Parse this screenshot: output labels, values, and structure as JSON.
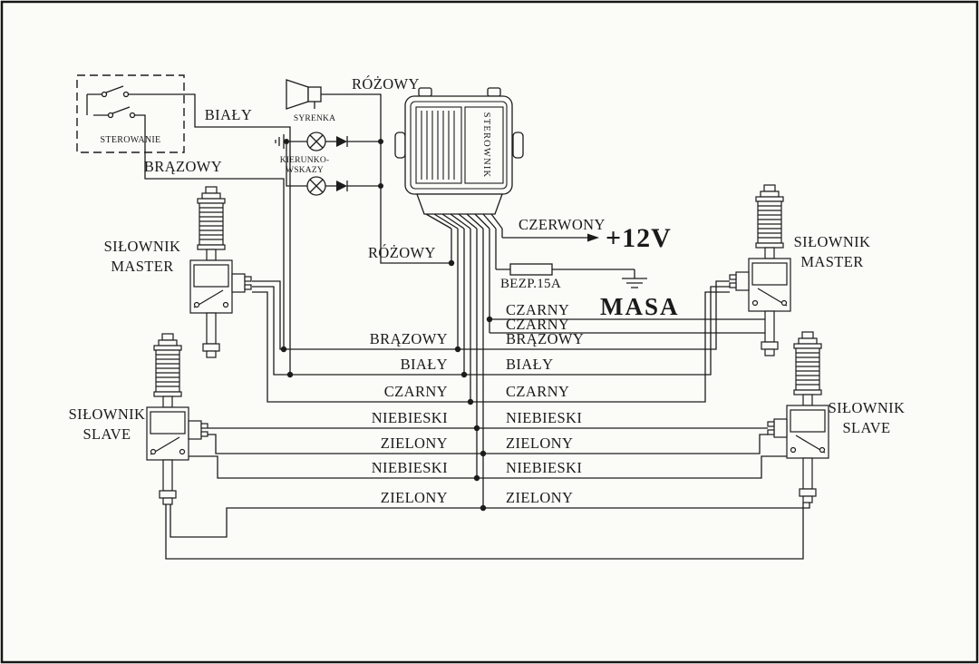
{
  "labels": {
    "sterowanie": "STEROWANIE",
    "bialy_top": "BIAŁY",
    "brazowy_top": "BRĄZOWY",
    "rozowy_top": "RÓŻOWY",
    "syrenka": "SYRENKA",
    "kierunko_line1": "KIERUNKO-",
    "kierunko_line2": "WSKAZY",
    "sterownik": "STEROWNIK",
    "rozowy_mid": "RÓŻOWY",
    "czerwony": "CZERWONY",
    "plus_12v": "+12V",
    "bezpiecznik": "BEZP.15A",
    "masa": "MASA"
  },
  "bus": {
    "right_top": [
      "CZARNY",
      "CZARNY"
    ],
    "left": [
      "BRĄZOWY",
      "BIAŁY",
      "CZARNY",
      "NIEBIESKI",
      "ZIELONY",
      "NIEBIESKI",
      "ZIELONY"
    ],
    "right": [
      "BRĄZOWY",
      "BIAŁY",
      "CZARNY",
      "NIEBIESKI",
      "ZIELONY",
      "NIEBIESKI",
      "ZIELONY"
    ]
  },
  "actuators": {
    "top_left": [
      "SIŁOWNIK",
      "MASTER"
    ],
    "top_right": [
      "SIŁOWNIK",
      "MASTER"
    ],
    "bottom_left": [
      "SIŁOWNIK",
      "SLAVE"
    ],
    "bottom_right": [
      "SIŁOWNIK",
      "SLAVE"
    ]
  },
  "colors": {
    "ink": "#1c1c1c",
    "paper": "#fbfbf8"
  }
}
